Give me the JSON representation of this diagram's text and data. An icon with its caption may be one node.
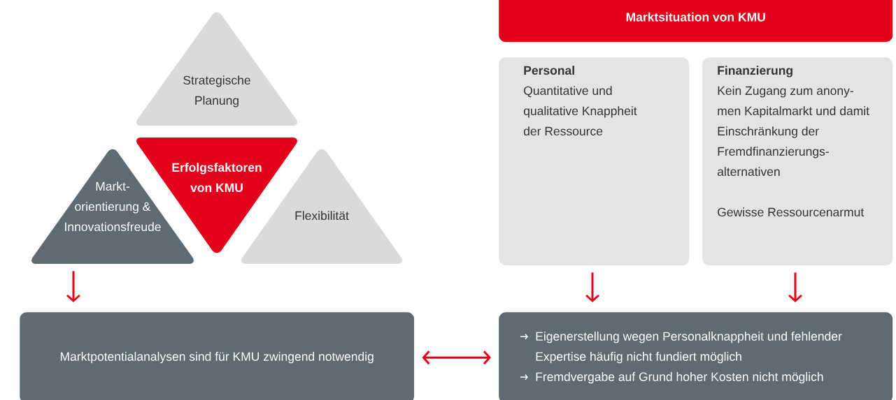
{
  "diagram": {
    "nodes": [
      {
        "text": [
          "Strategische Planung"
        ]
      },
      {
        "text": [
          "Erfolgsfaktoren von KMU"
        ]
      },
      {
        "text": [
          "Markt- orientierung & Innovationsfreude"
        ]
      },
      {
        "text": [
          "Flexibilität"
        ]
      },
      {
        "text": [
          "Marktpotentialanalysen sind für KMU zwingend notwendig"
        ]
      },
      {
        "text": [
          "Marktsituation von KMU"
        ]
      },
      {
        "text": [
          "Personal",
          "Quantitative und qualitative Knappheit der Ressource"
        ]
      },
      {
        "text": [
          "Finanzierung",
          "Kein Zugang zum anony- men Kapitalmarkt und damit Einschränkung der Fremdfinanzierungs- alternativen",
          "Gewisse Ressourcenarmut"
        ]
      },
      {
        "text": [
          "Eigenerstellung wegen Personalknappheit und fehlender Expertise häufig nicht fundiert möglich",
          "Fremdvergabe auf Grund hoher Kosten nicht möglich"
        ]
      }
    ],
    "edges": [
      {
        "from": 2,
        "to": 4,
        "arrow": "to"
      },
      {
        "from": 6,
        "to": 8,
        "arrow": "to"
      },
      {
        "from": 7,
        "to": 8,
        "arrow": "to"
      },
      {
        "from": 4,
        "to": 8,
        "arrow": "both"
      }
    ]
  }
}
